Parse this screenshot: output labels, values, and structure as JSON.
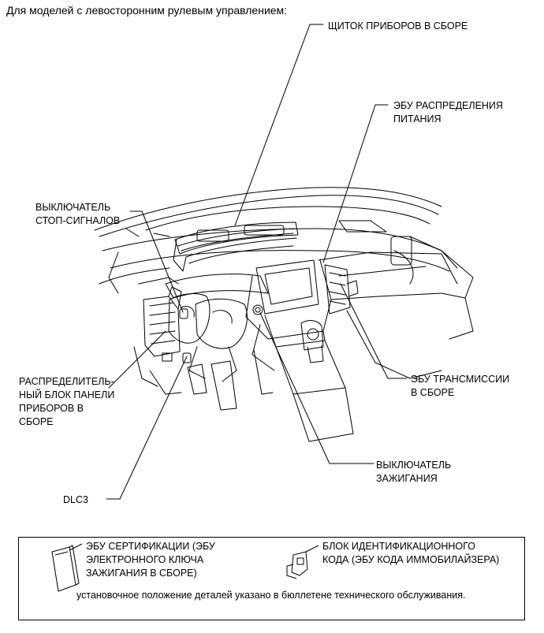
{
  "heading": "Для моделей с левосторонним рулевым управлением:",
  "callouts": {
    "instrument_cluster": "ЩИТОК ПРИБОРОВ В СБОРЕ",
    "power_ecu": [
      "ЭБУ РАСПРЕДЕЛЕНИЯ",
      "ПИТАНИЯ"
    ],
    "stop_light_switch": [
      "ВЫКЛЮЧАТЕЛЬ",
      "СТОП-СИГНАЛОВ"
    ],
    "junction_block": [
      "РАСПРЕДЕЛИТЕЛЬ-",
      "НЫЙ БЛОК ПАНЕЛИ",
      "ПРИБОРОВ В",
      "СБОРЕ"
    ],
    "transmission_ecu": [
      "ЭБУ ТРАНСМИССИИ",
      "В СБОРЕ"
    ],
    "ignition_switch": [
      "ВЫКЛЮЧАТЕЛЬ",
      "ЗАЖИГАНИЯ"
    ],
    "dlc3": "DLC3"
  },
  "legend": {
    "certification_ecu": [
      "ЭБУ СЕРТИФИКАЦИИ (ЭБУ",
      "ЭЛЕКТРОННОГО КЛЮЧА",
      "ЗАЖИГАНИЯ В СБОРЕ)"
    ],
    "id_code_box": [
      "БЛОК ИДЕНТИФИКАЦИОННОГО",
      "КОДА (ЭБУ КОДА ИММОБИЛАЙЗЕРА)"
    ],
    "note": "установочное положение деталей указано в бюллетене технического обслуживания."
  }
}
